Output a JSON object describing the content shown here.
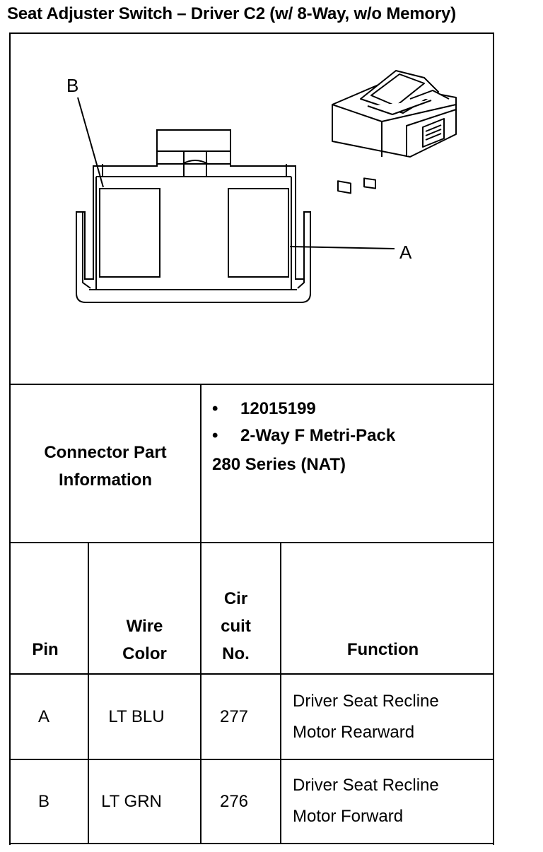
{
  "title": "Seat Adjuster Switch – Driver C2 (w/ 8-Way, w/o Memory)",
  "diagram": {
    "label_b": "B",
    "label_a": "A"
  },
  "connector_info": {
    "label_line1": "Connector Part",
    "label_line2": "Information",
    "bullet": "•",
    "part_number": "12015199",
    "part_type": "2-Way F Metri-Pack",
    "series": "280 Series (NAT)"
  },
  "table": {
    "headers": {
      "pin": "Pin",
      "wire_color_1": "Wire",
      "wire_color_2": "Color",
      "circuit_1": "Cir",
      "circuit_2": "cuit",
      "circuit_3": "No.",
      "function": "Function"
    },
    "rows": [
      {
        "pin": "A",
        "wire_color": "LT BLU",
        "circuit": "277",
        "function_1": "Driver Seat Recline",
        "function_2": "Motor Rearward"
      },
      {
        "pin": "B",
        "wire_color": "LT GRN",
        "circuit": "276",
        "function_1": "Driver Seat Recline",
        "function_2": "Motor Forward"
      }
    ]
  }
}
